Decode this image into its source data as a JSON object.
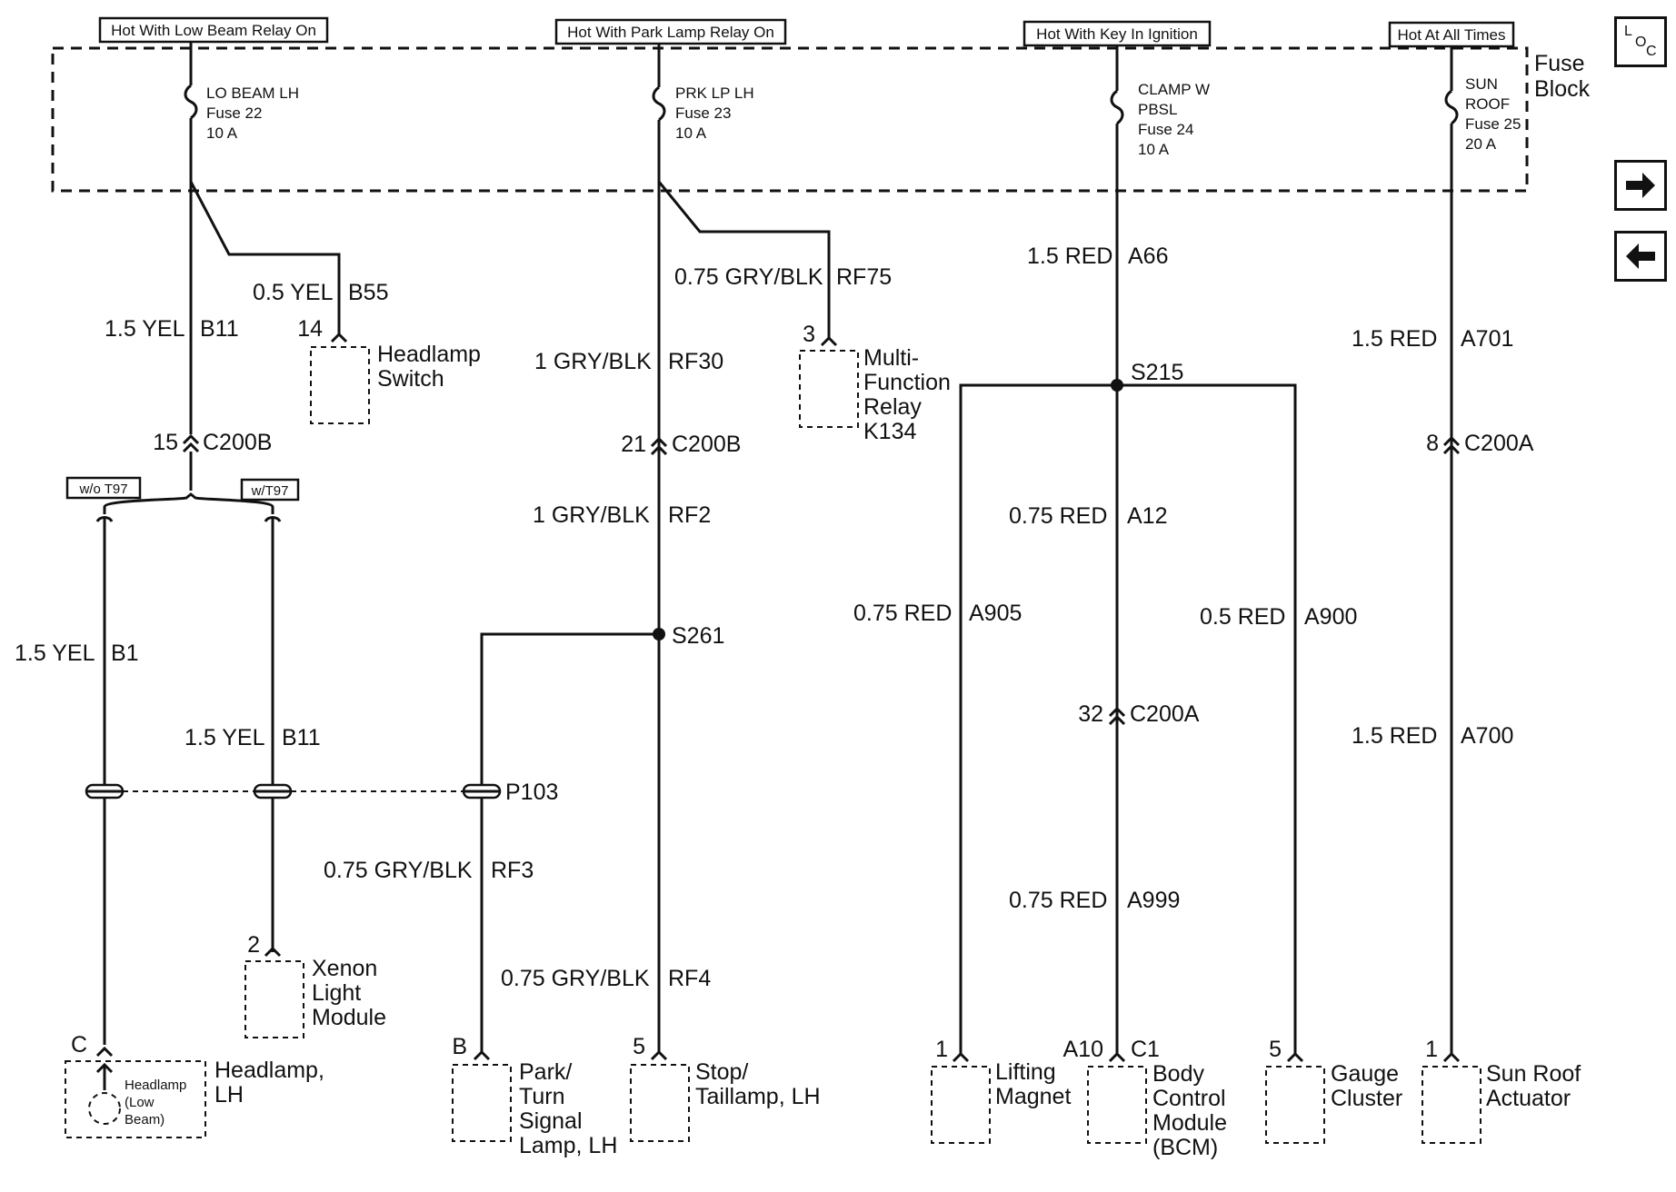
{
  "feeds": {
    "f1": "Hot With Low Beam Relay On",
    "f2": "Hot With Park Lamp Relay On",
    "f3": "Hot With Key In Ignition",
    "f4": "Hot At All Times"
  },
  "fuse_block": [
    "Fuse",
    "Block"
  ],
  "fuses": {
    "f22": [
      "LO BEAM LH",
      "Fuse 22",
      "10 A"
    ],
    "f23": [
      "PRK LP LH",
      "Fuse 23",
      "10 A"
    ],
    "f24": [
      "CLAMP W",
      "PBSL",
      "Fuse 24",
      "10 A"
    ],
    "f25": [
      "SUN",
      "ROOF",
      "Fuse 25",
      "20 A"
    ]
  },
  "wires": {
    "b11a": [
      "1.5 YEL",
      "B11"
    ],
    "b55": [
      "0.5 YEL",
      "B55"
    ],
    "b1": [
      "1.5 YEL",
      "B1"
    ],
    "b11b": [
      "1.5 YEL",
      "B11"
    ],
    "rf75": [
      "0.75 GRY/BLK",
      "RF75"
    ],
    "rf30": [
      "1 GRY/BLK",
      "RF30"
    ],
    "rf2": [
      "1 GRY/BLK",
      "RF2"
    ],
    "rf3": [
      "0.75 GRY/BLK",
      "RF3"
    ],
    "rf4": [
      "0.75 GRY/BLK",
      "RF4"
    ],
    "a66": [
      "1.5 RED",
      "A66"
    ],
    "a12": [
      "0.75 RED",
      "A12"
    ],
    "a905": [
      "0.75 RED",
      "A905"
    ],
    "a900": [
      "0.5 RED",
      "A900"
    ],
    "a999": [
      "0.75 RED",
      "A999"
    ],
    "a701": [
      "1.5 RED",
      "A701"
    ],
    "a700": [
      "1.5 RED",
      "A700"
    ]
  },
  "connectors": {
    "c200b_1": [
      "15",
      "C200B"
    ],
    "c200b_2": [
      "21",
      "C200B"
    ],
    "c200a_1": [
      "32",
      "C200A"
    ],
    "c200a_2": [
      "8",
      "C200A"
    ]
  },
  "splices": {
    "s261": "S261",
    "s215": "S215",
    "p103": "P103"
  },
  "options": {
    "wo": "w/o T97",
    "w": "w/T97"
  },
  "pins": {
    "headlamp_switch": "14",
    "relay": "3",
    "xenon": "2",
    "headlamp": "C",
    "park_turn": "B",
    "stop_tail": "5",
    "lifting": "1",
    "bcm_a": "A10",
    "bcm_b": "C1",
    "gauge": "5",
    "sunroof": "1"
  },
  "components": {
    "headlamp_switch": [
      "Headlamp",
      "Switch"
    ],
    "relay": [
      "Multi-",
      "Function",
      "Relay",
      "K134"
    ],
    "xenon": [
      "Xenon",
      "Light",
      "Module"
    ],
    "headlamp": [
      "Headlamp,",
      "LH"
    ],
    "headlamp_inner": [
      "Headlamp",
      "(Low",
      "Beam)"
    ],
    "park_turn": [
      "Park/",
      "Turn",
      "Signal",
      "Lamp, LH"
    ],
    "stop_tail": [
      "Stop/",
      "Taillamp, LH"
    ],
    "lifting": [
      "Lifting",
      "Magnet"
    ],
    "bcm": [
      "Body",
      "Control",
      "Module",
      "(BCM)"
    ],
    "gauge": [
      "Gauge",
      "Cluster"
    ],
    "sunroof": [
      "Sun Roof",
      "Actuator"
    ]
  },
  "nav": {
    "loc": [
      "L",
      "O",
      "C"
    ]
  }
}
